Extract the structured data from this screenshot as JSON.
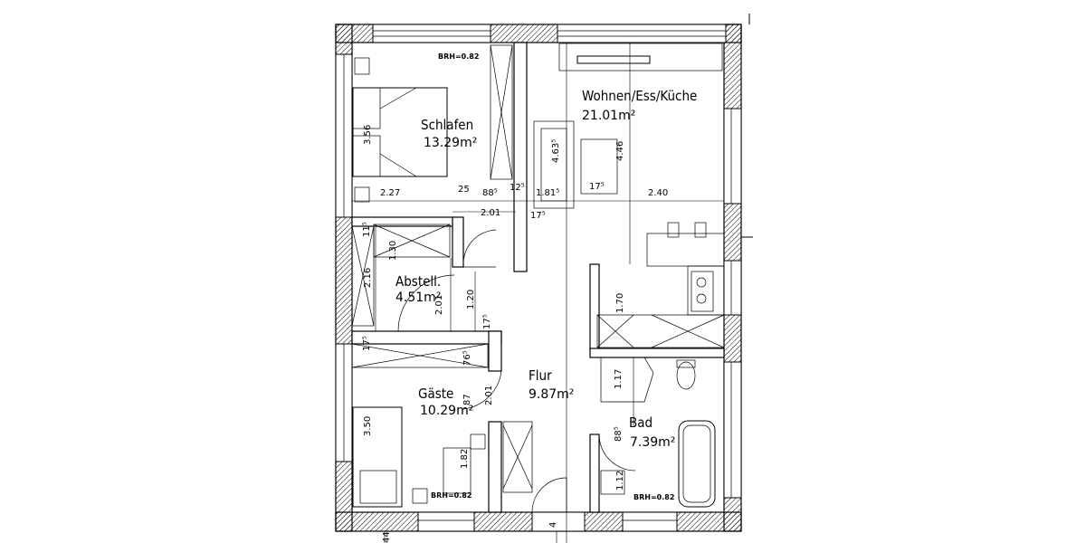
{
  "rooms": {
    "schlafen": {
      "name": "Schlafen",
      "area": "13.29m²"
    },
    "wohnen": {
      "name": "Wohnen/Ess/Küche",
      "area": "21.01m²"
    },
    "abstell": {
      "name": "Abstell.",
      "area": "4.51m²"
    },
    "flur": {
      "name": "Flur",
      "area": "9.87m²"
    },
    "gaeste": {
      "name": "Gäste",
      "area": "10.29m²"
    },
    "bad": {
      "name": "Bad",
      "area": "7.39m²"
    }
  },
  "brh_labels": [
    "BRH=0.82",
    "BRH=0.82",
    "BRH=0.82"
  ],
  "dimensions": {
    "d_227": "2.27",
    "d_25": "25",
    "d_885": "88⁵",
    "d_125": "12⁵",
    "d_1815": "1.81⁵",
    "d_175a": "17⁵",
    "d_240": "2.40",
    "d_201a": "2.01",
    "d_175b": "17⁵",
    "d_356": "3.56",
    "d_4635": "4.63⁵",
    "d_446": "4.46",
    "d_115": "11⁵",
    "d_130": "1.30",
    "d_216": "2.16",
    "d_120": "1.20",
    "d_201b": "2.01",
    "d_175c": "17⁵",
    "d_170": "1.70",
    "d_175d": "17⁵",
    "d_765": "76⁵",
    "d_117": "1.17",
    "d_87": "87",
    "d_201c": "2.01",
    "d_350": "3.50",
    "d_885b": "88⁵",
    "d_182": "1.82",
    "d_112": "1.12",
    "d_44": "44",
    "d_4": "4"
  }
}
